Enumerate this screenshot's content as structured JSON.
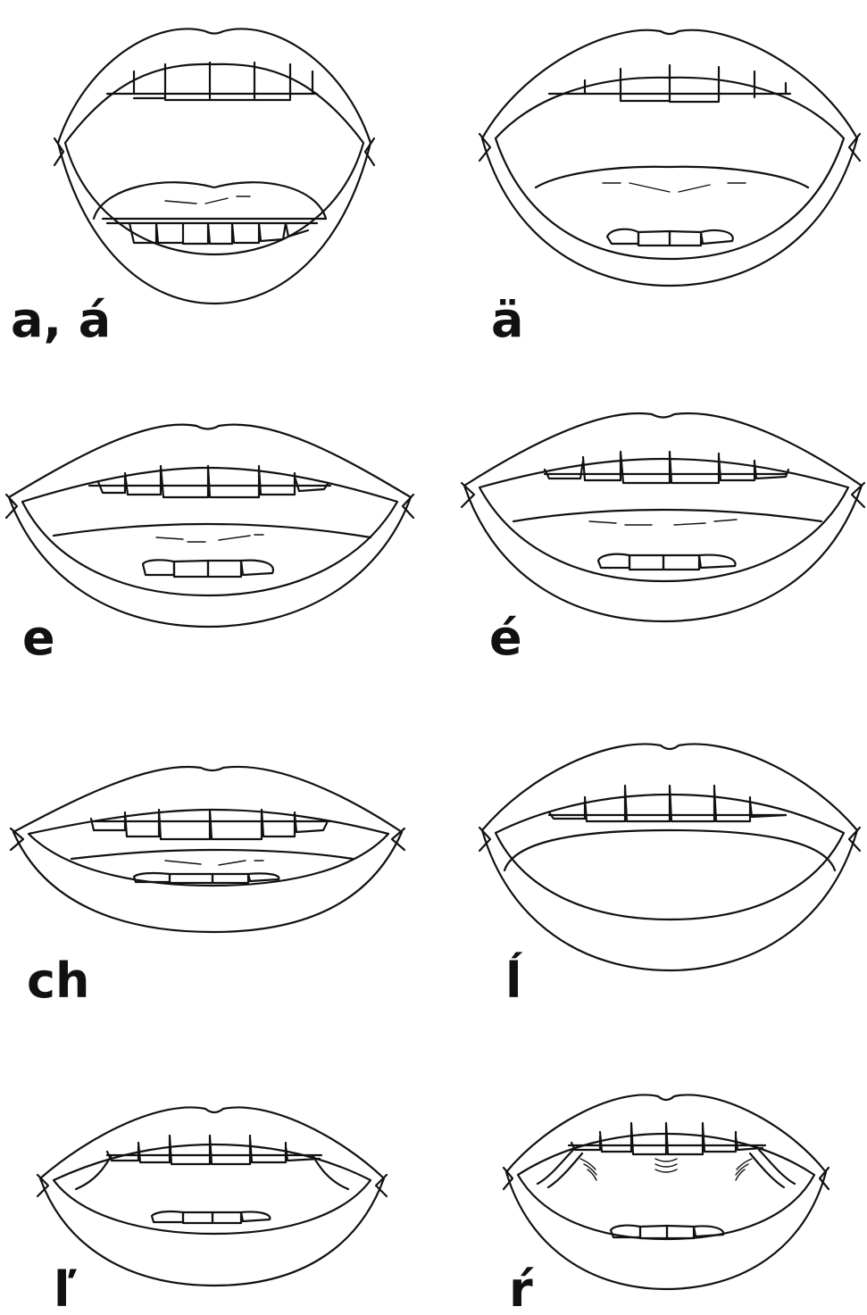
{
  "labels": {
    "a": "a, á",
    "a_umlaut": "ä",
    "e": "e",
    "e_acute": "é",
    "ch": "ch",
    "l_acute": "ĺ",
    "l_caron": "ľ",
    "r_acute": "ŕ"
  },
  "colors": {
    "line": "#111111",
    "background": "#ffffff"
  }
}
